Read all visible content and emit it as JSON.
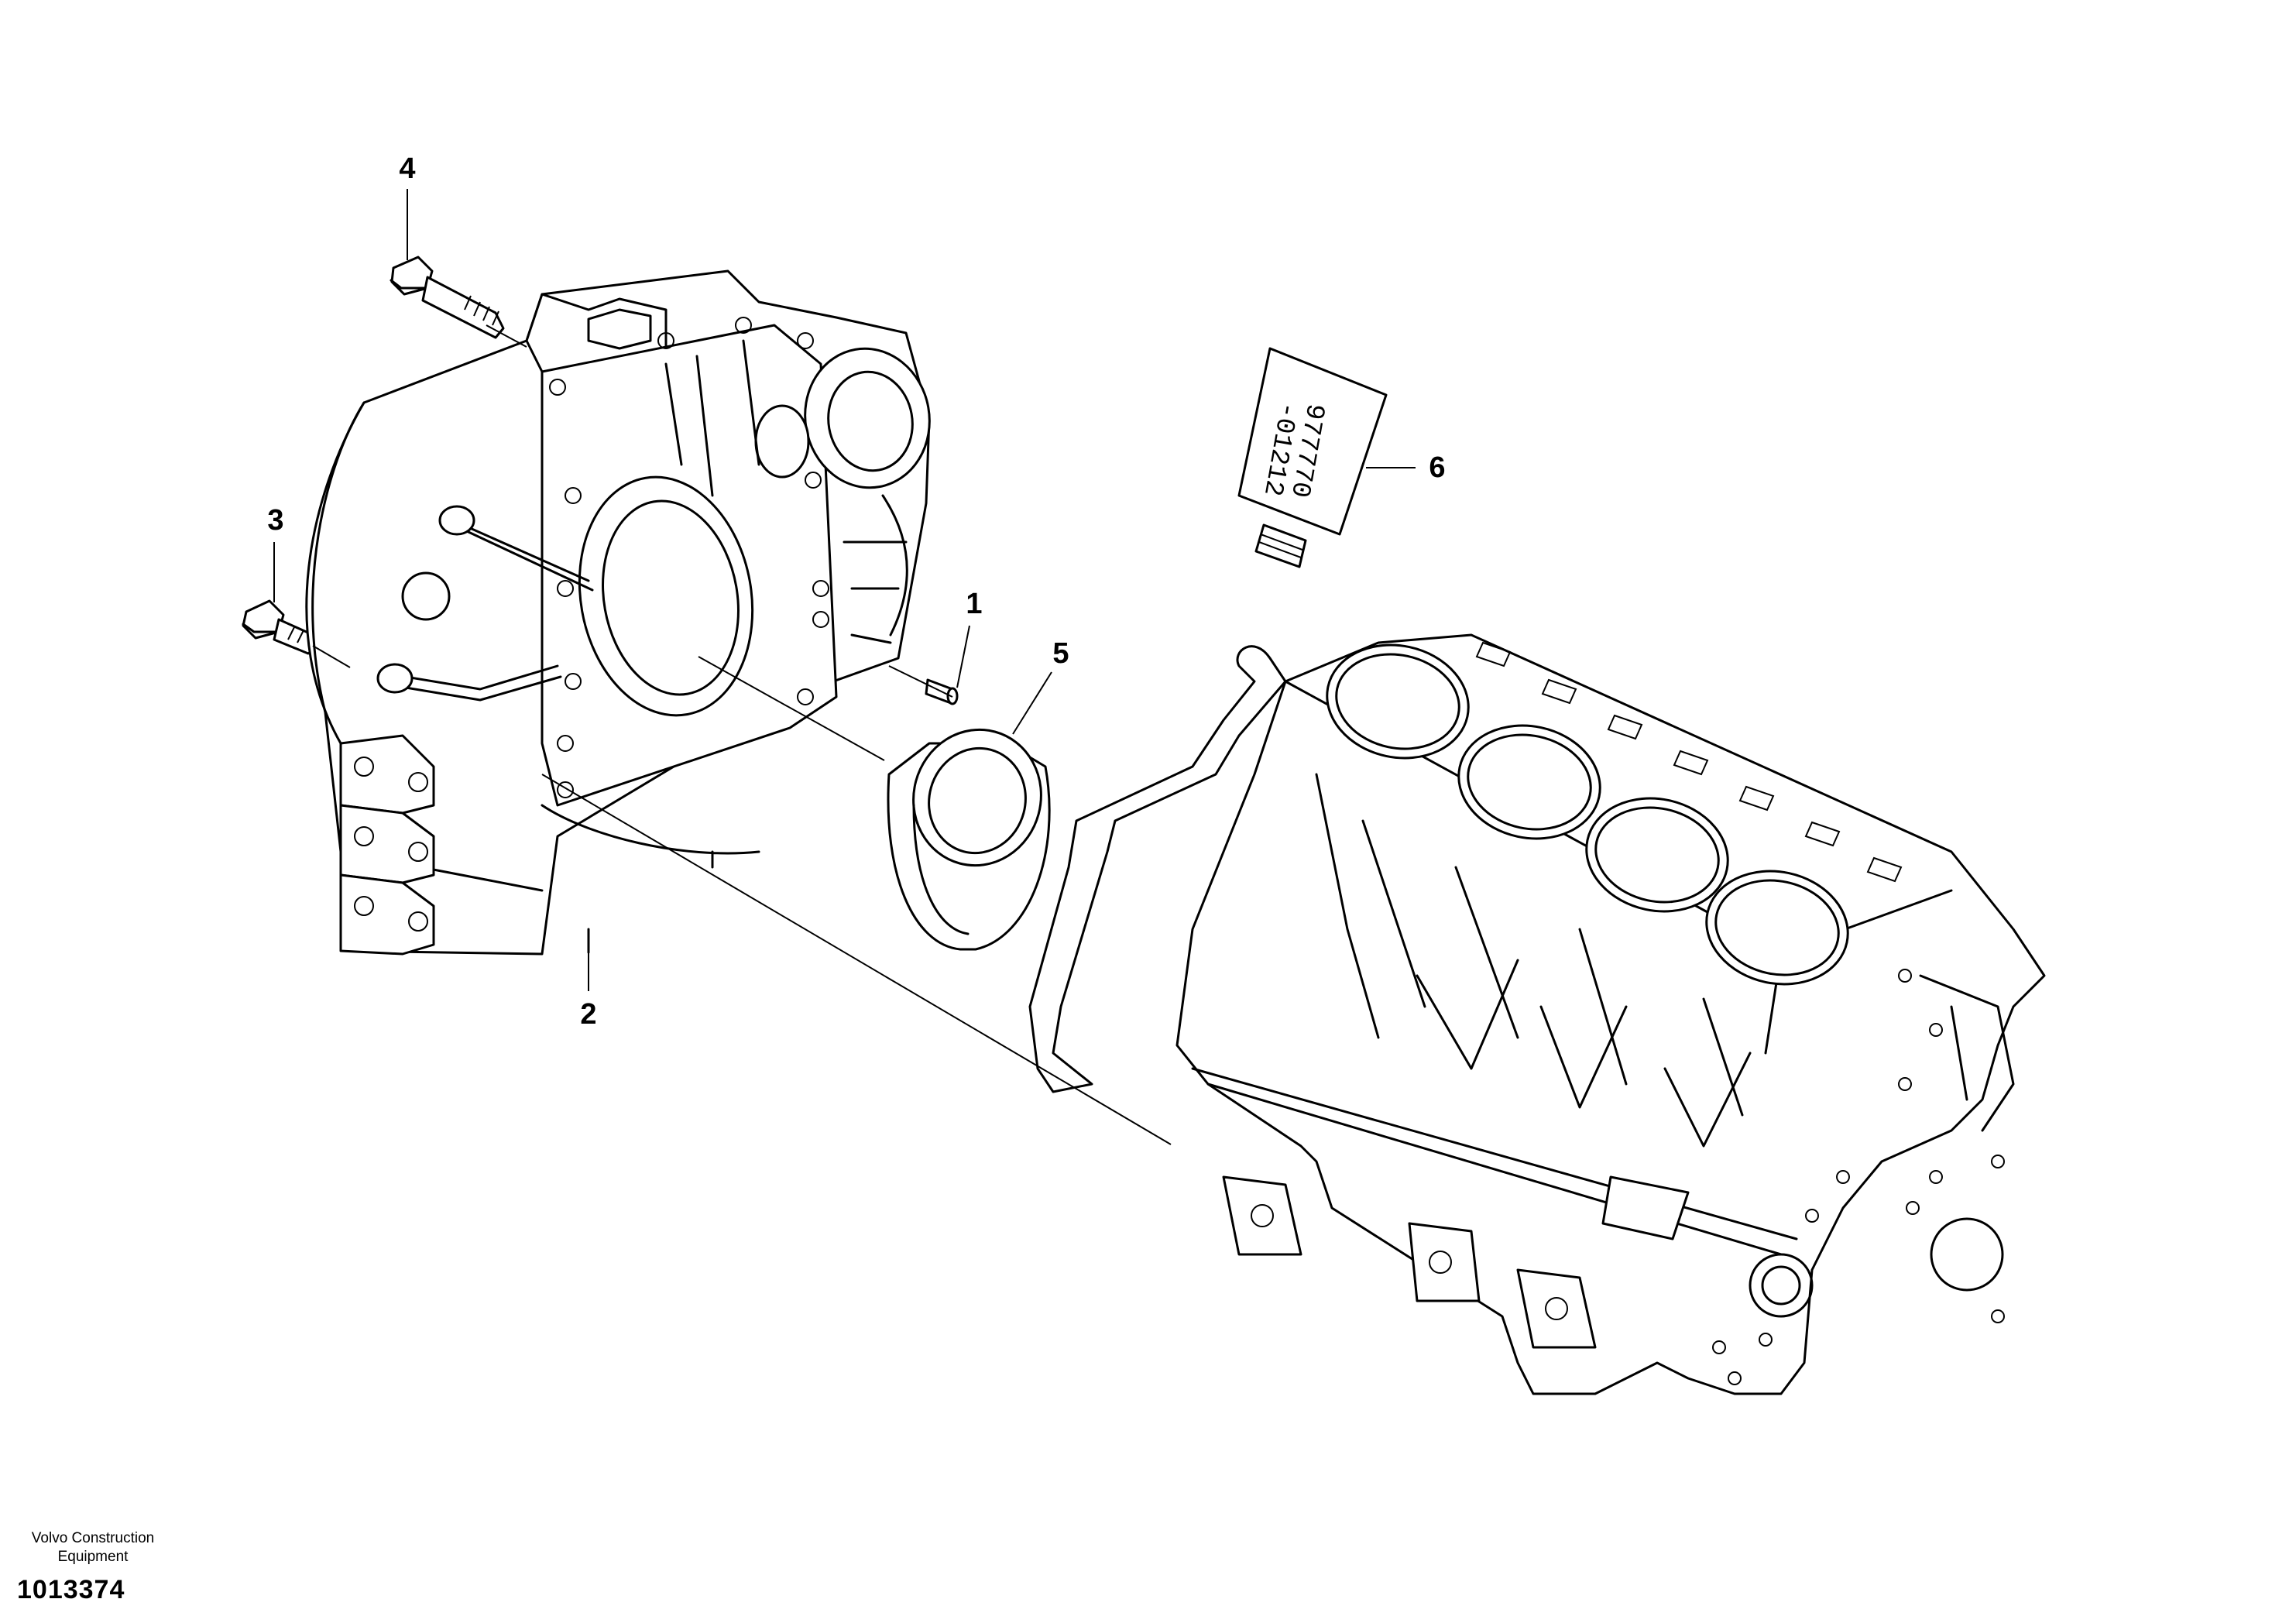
{
  "callouts": {
    "c1": "1",
    "c2": "2",
    "c3": "3",
    "c4": "4",
    "c5": "5",
    "c6": "6"
  },
  "tube_label": {
    "line1": "977770",
    "line2": "-01212"
  },
  "footer": {
    "brand_line1": "Volvo Construction",
    "brand_line2": "Equipment",
    "figure_id": "1013374"
  }
}
